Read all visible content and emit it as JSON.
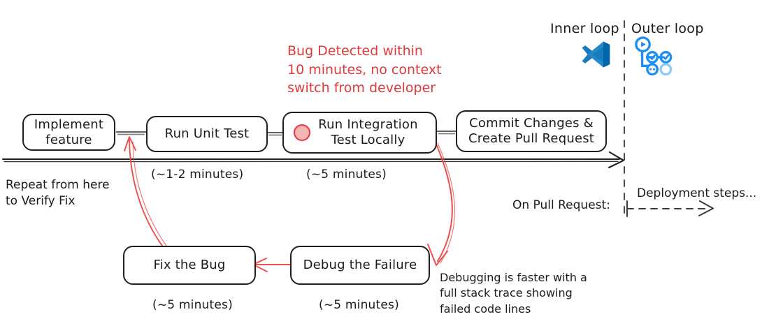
{
  "diagram": {
    "title": "Inner loop / Outer loop developer workflow",
    "colors": {
      "ink": "#1c1b1a",
      "red": "#e03a3a",
      "marker_fill": "#f9b6b6",
      "marker_stroke": "#e8353f",
      "vscode_blue": "#0065a9",
      "vscode_blue_light": "#2489ca",
      "azure_blue": "#1f8ef1"
    }
  },
  "legend": {
    "inner_loop_label": "Inner loop",
    "outer_loop_label": "Outer loop",
    "inner_loop_icon": "vscode-icon",
    "outer_loop_icon": "azure-pipelines-icon"
  },
  "callouts": {
    "bug_detected": "Bug Detected within\n10 minutes, no context\nswitch from developer",
    "repeat_from_here": "Repeat from here\nto Verify Fix",
    "debugging_note": "Debugging is faster with a\nfull stack trace showing\nfailed code lines",
    "on_pull_request": "On Pull Request:",
    "deployment_steps": "Deployment steps..."
  },
  "timeline": {
    "steps": [
      {
        "id": "implement-feature",
        "label": "Implement\nfeature",
        "duration": ""
      },
      {
        "id": "run-unit-test",
        "label": "Run Unit Test",
        "duration": "(~1-2 minutes)"
      },
      {
        "id": "run-integration-test",
        "label": "Run Integration\nTest Locally",
        "duration": "(~5 minutes)",
        "marker": "failure-dot"
      },
      {
        "id": "commit-changes",
        "label": "Commit Changes &\nCreate Pull Request",
        "duration": ""
      }
    ]
  },
  "fix_flow": {
    "steps": [
      {
        "id": "fix-the-bug",
        "label": "Fix the Bug",
        "duration": "(~5 minutes)"
      },
      {
        "id": "debug-the-failure",
        "label": "Debug the Failure",
        "duration": "(~5 minutes)"
      }
    ]
  }
}
